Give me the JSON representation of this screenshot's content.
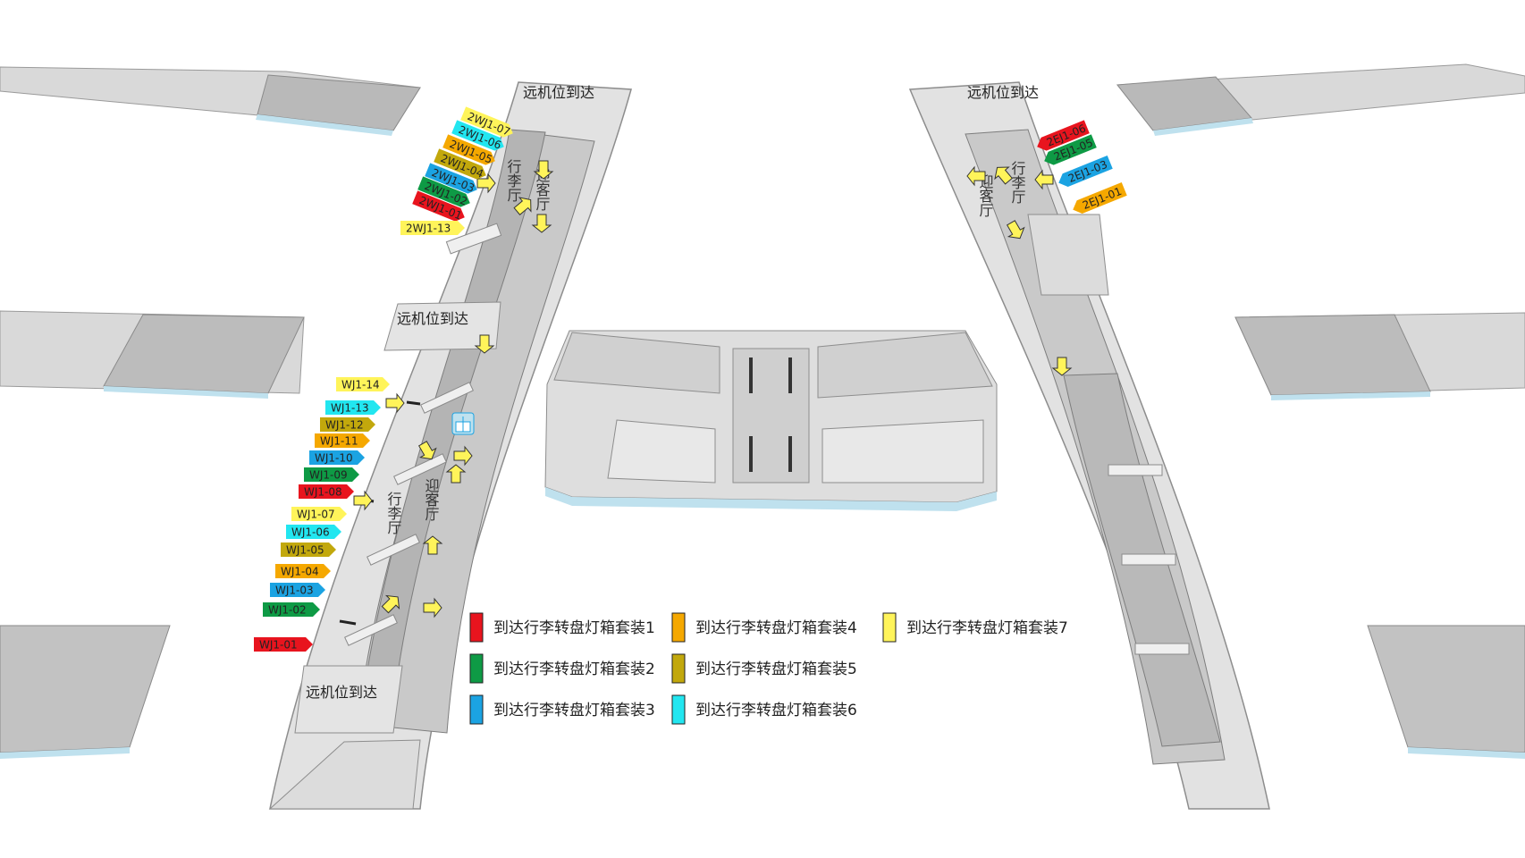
{
  "area_labels": {
    "remote_top_left": "远机位到达",
    "remote_top_right": "远机位到达",
    "remote_mid_left": "远机位到达",
    "remote_bottom_left": "远机位到达",
    "hall_baggage_upper_left": "行李厅",
    "hall_greeting_upper_left": "迎客厅",
    "hall_baggage_lower_left": "行李厅",
    "hall_greeting_lower_left": "迎客厅",
    "hall_baggage_right": "行李厅",
    "hall_greeting_right": "迎客厅"
  },
  "colors": {
    "set1": "#e8141e",
    "set2": "#0e9a45",
    "set3": "#1ba3e2",
    "set4": "#f5a800",
    "set5": "#c2a80c",
    "set6": "#22e6f0",
    "set7": "#fff45a",
    "floor": "#d8d8d8",
    "floor_dark": "#bcbcbc",
    "wall": "#9a9a9a",
    "glass": "#bfe1ee"
  },
  "tags": [
    {
      "id": "2WJ1-07",
      "set": "set7"
    },
    {
      "id": "2WJ1-06",
      "set": "set6"
    },
    {
      "id": "2WJ1-05",
      "set": "set4"
    },
    {
      "id": "2WJ1-04",
      "set": "set5"
    },
    {
      "id": "2WJ1-03",
      "set": "set3"
    },
    {
      "id": "2WJ1-02",
      "set": "set2"
    },
    {
      "id": "2WJ1-01",
      "set": "set1"
    },
    {
      "id": "2WJ1-13",
      "set": "set7"
    },
    {
      "id": "2EJ1-06",
      "set": "set1"
    },
    {
      "id": "2EJ1-05",
      "set": "set2"
    },
    {
      "id": "2EJ1-03",
      "set": "set3"
    },
    {
      "id": "2EJ1-01",
      "set": "set4"
    },
    {
      "id": "WJ1-14",
      "set": "set7"
    },
    {
      "id": "WJ1-13",
      "set": "set6"
    },
    {
      "id": "WJ1-12",
      "set": "set5"
    },
    {
      "id": "WJ1-11",
      "set": "set4"
    },
    {
      "id": "WJ1-10",
      "set": "set3"
    },
    {
      "id": "WJ1-09",
      "set": "set2"
    },
    {
      "id": "WJ1-08",
      "set": "set1"
    },
    {
      "id": "WJ1-07",
      "set": "set7"
    },
    {
      "id": "WJ1-06",
      "set": "set6"
    },
    {
      "id": "WJ1-05",
      "set": "set5"
    },
    {
      "id": "WJ1-04",
      "set": "set4"
    },
    {
      "id": "WJ1-03",
      "set": "set3"
    },
    {
      "id": "WJ1-02",
      "set": "set2"
    },
    {
      "id": "WJ1-01",
      "set": "set1"
    }
  ],
  "legend": [
    {
      "label": "到达行李转盘灯箱套装1",
      "set": "set1"
    },
    {
      "label": "到达行李转盘灯箱套装2",
      "set": "set2"
    },
    {
      "label": "到达行李转盘灯箱套装3",
      "set": "set3"
    },
    {
      "label": "到达行李转盘灯箱套装4",
      "set": "set4"
    },
    {
      "label": "到达行李转盘灯箱套装5",
      "set": "set5"
    },
    {
      "label": "到达行李转盘灯箱套装6",
      "set": "set6"
    },
    {
      "label": "到达行李转盘灯箱套装7",
      "set": "set7"
    }
  ],
  "icons": {
    "gift": "gift-icon"
  }
}
